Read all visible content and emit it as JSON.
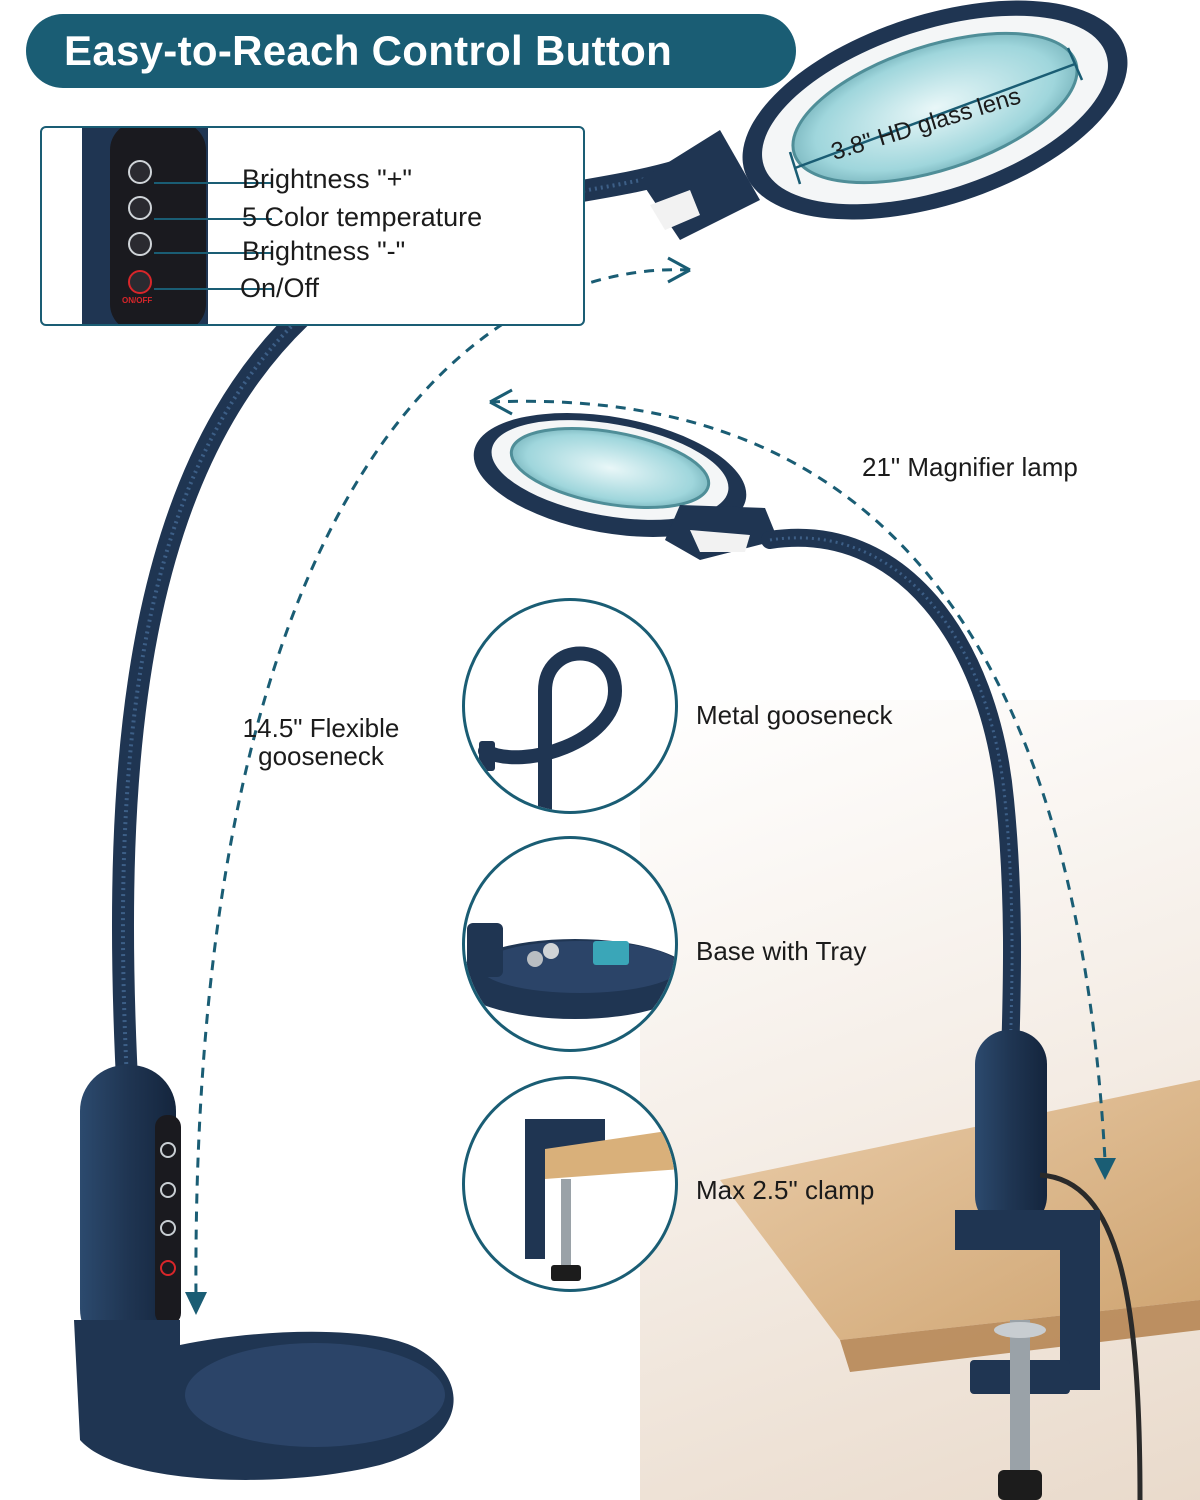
{
  "banner": {
    "title": "Easy-to-Reach Control Button"
  },
  "control_panel": {
    "items": [
      {
        "label": "Brightness \"+\"",
        "icon": "brightness-plus-icon"
      },
      {
        "label": "5 Color temperature",
        "icon": "color-temperature-icon"
      },
      {
        "label": "Brightness \"-\"",
        "icon": "brightness-minus-icon"
      },
      {
        "label": "On/Off",
        "icon": "power-icon"
      }
    ],
    "power_button_caption": "ON/OFF"
  },
  "annotations": {
    "lens": "3.8\" HD glass lens",
    "lamp_length": "21\" Magnifier lamp",
    "gooseneck_length": "14.5\" Flexible gooseneck"
  },
  "features": [
    {
      "label": "Metal gooseneck"
    },
    {
      "label": "Base with Tray"
    },
    {
      "label": "Max 2.5\" clamp"
    }
  ],
  "colors": {
    "brand_teal": "#1a5d74",
    "lamp_navy": "#1f3552",
    "lens_glass": "#9fd6dc"
  }
}
